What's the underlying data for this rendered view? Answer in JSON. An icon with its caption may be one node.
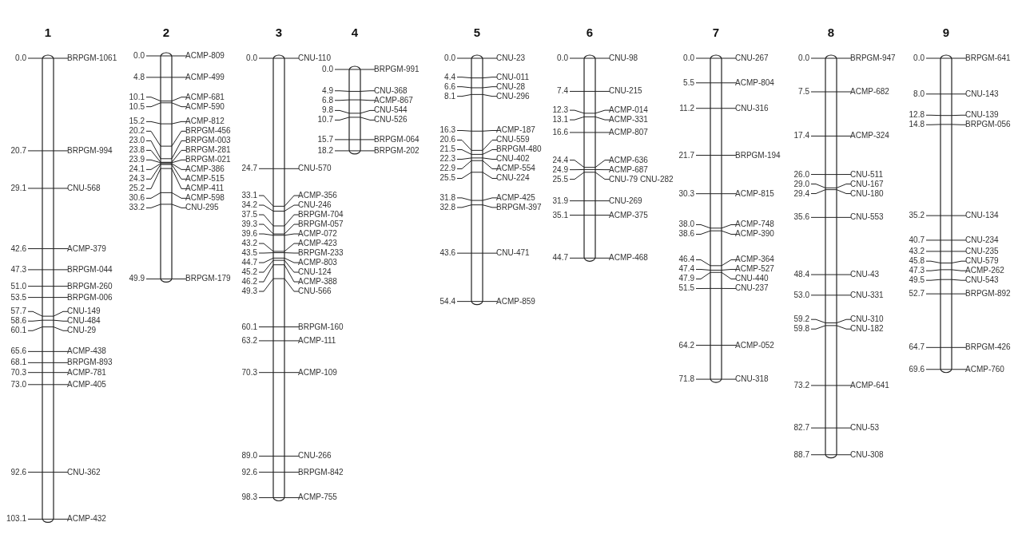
{
  "diagram": {
    "nodes": [
      {
        "text": [
          "1"
        ],
        "beside": [
          "0.0",
          "BRPGM-1061",
          "20.7",
          "BRPGM-994",
          "29.1",
          "CNU-568",
          "42.6",
          "ACMP-379",
          "47.3",
          "BRPGM-044",
          "51.0",
          "BRPGM-260",
          "53.5",
          "BRPGM-006",
          "57.7",
          "CNU-149",
          "58.6",
          "CNU-484",
          "60.1",
          "CNU-29",
          "65.6",
          "ACMP-438",
          "68.1",
          "BRPGM-893",
          "70.3",
          "ACMP-781",
          "73.0",
          "ACMP-405",
          "92.6",
          "CNU-362",
          "103.1",
          "ACMP-432"
        ]
      },
      {
        "text": [
          "2"
        ],
        "beside": [
          "0.0",
          "ACMP-809",
          "4.8",
          "ACMP-499",
          "10.1",
          "ACMP-681",
          "10.5",
          "ACMP-590",
          "15.2",
          "ACMP-812",
          "20.2",
          "BRPGM-456",
          "23.0",
          "BRPGM-003",
          "23.8",
          "BRPGM-281",
          "23.9",
          "BRPGM-021",
          "24.1",
          "ACMP-386",
          "24.3",
          "ACMP-515",
          "25.2",
          "ACMP-411",
          "30.6",
          "ACMP-598",
          "33.2",
          "CNU-295",
          "49.9",
          "BRPGM-179"
        ]
      },
      {
        "text": [
          "3"
        ],
        "beside": [
          "0.0",
          "CNU-110",
          "24.7",
          "CNU-570",
          "33.1",
          "ACMP-356",
          "34.2",
          "CNU-246",
          "37.5",
          "BRPGM-704",
          "39.3",
          "BRPGM-057",
          "39.6",
          "ACMP-072",
          "43.2",
          "ACMP-423",
          "43.5",
          "BRPGM-233",
          "44.7",
          "ACMP-803",
          "45.2",
          "CNU-124",
          "46.2",
          "ACMP-388",
          "49.3",
          "CNU-566",
          "60.1",
          "BRPGM-160",
          "63.2",
          "ACMP-111",
          "70.3",
          "ACMP-109",
          "89.0",
          "CNU-266",
          "92.6",
          "BRPGM-842",
          "98.3",
          "ACMP-755"
        ]
      },
      {
        "text": [
          "4"
        ],
        "beside": [
          "0.0",
          "BRPGM-991",
          "4.9",
          "CNU-368",
          "6.8",
          "ACMP-867",
          "9.8",
          "CNU-544",
          "10.7",
          "CNU-526",
          "15.7",
          "BRPGM-064",
          "18.2",
          "BRPGM-202"
        ]
      },
      {
        "text": [
          "5"
        ],
        "beside": [
          "0.0",
          "CNU-23",
          "4.4",
          "CNU-011",
          "6.6",
          "CNU-28",
          "8.1",
          "CNU-296",
          "16.3",
          "ACMP-187",
          "20.6",
          "CNU-559",
          "21.5",
          "BRPGM-480",
          "22.3",
          "CNU-402",
          "22.9",
          "ACMP-554",
          "25.5",
          "CNU-224",
          "31.8",
          "ACMP-425",
          "32.8",
          "BRPGM-397",
          "43.6",
          "CNU-471",
          "54.4",
          "ACMP-859"
        ]
      },
      {
        "text": [
          "6"
        ],
        "beside": [
          "0.0",
          "CNU-98",
          "7.4",
          "CNU-215",
          "12.3",
          "ACMP-014",
          "13.1",
          "ACMP-331",
          "16.6",
          "ACMP-807",
          "24.4",
          "ACMP-636",
          "24.9",
          "ACMP-687",
          "25.5",
          "CNU-79 CNU-282",
          "31.9",
          "CNU-269",
          "35.1",
          "ACMP-375",
          "44.7",
          "ACMP-468"
        ]
      },
      {
        "text": [
          "7"
        ],
        "beside": [
          "0.0",
          "CNU-267",
          "5.5",
          "ACMP-804",
          "11.2",
          "CNU-316",
          "21.7",
          "BRPGM-194",
          "30.3",
          "ACMP-815",
          "38.0",
          "ACMP-748",
          "38.6",
          "ACMP-390",
          "46.4",
          "ACMP-364",
          "47.4",
          "ACMP-527",
          "47.9",
          "CNU-440",
          "51.5",
          "CNU-237",
          "64.2",
          "ACMP-052",
          "71.8",
          "CNU-318"
        ]
      },
      {
        "text": [
          "8"
        ],
        "beside": [
          "0.0",
          "BRPGM-947",
          "7.5",
          "ACMP-682",
          "17.4",
          "ACMP-324",
          "26.0",
          "CNU-511",
          "29.0",
          "CNU-167",
          "29.4",
          "CNU-180",
          "35.6",
          "CNU-553",
          "48.4",
          "CNU-43",
          "53.0",
          "CNU-331",
          "59.2",
          "CNU-310",
          "59.8",
          "CNU-182",
          "73.2",
          "ACMP-641",
          "82.7",
          "CNU-53",
          "88.7",
          "CNU-308"
        ]
      },
      {
        "text": [
          "9"
        ],
        "beside": [
          "0.0",
          "BRPGM-641",
          "8.0",
          "CNU-143",
          "12.8",
          "CNU-139",
          "14.8",
          "BRPGM-056",
          "35.2",
          "CNU-134",
          "40.7",
          "CNU-234",
          "43.2",
          "CNU-235",
          "45.8",
          "CNU-579",
          "47.3",
          "ACMP-262",
          "49.5",
          "CNU-543",
          "52.7",
          "BRPGM-892",
          "64.7",
          "BRPGM-426",
          "69.6",
          "ACMP-760"
        ]
      }
    ]
  }
}
